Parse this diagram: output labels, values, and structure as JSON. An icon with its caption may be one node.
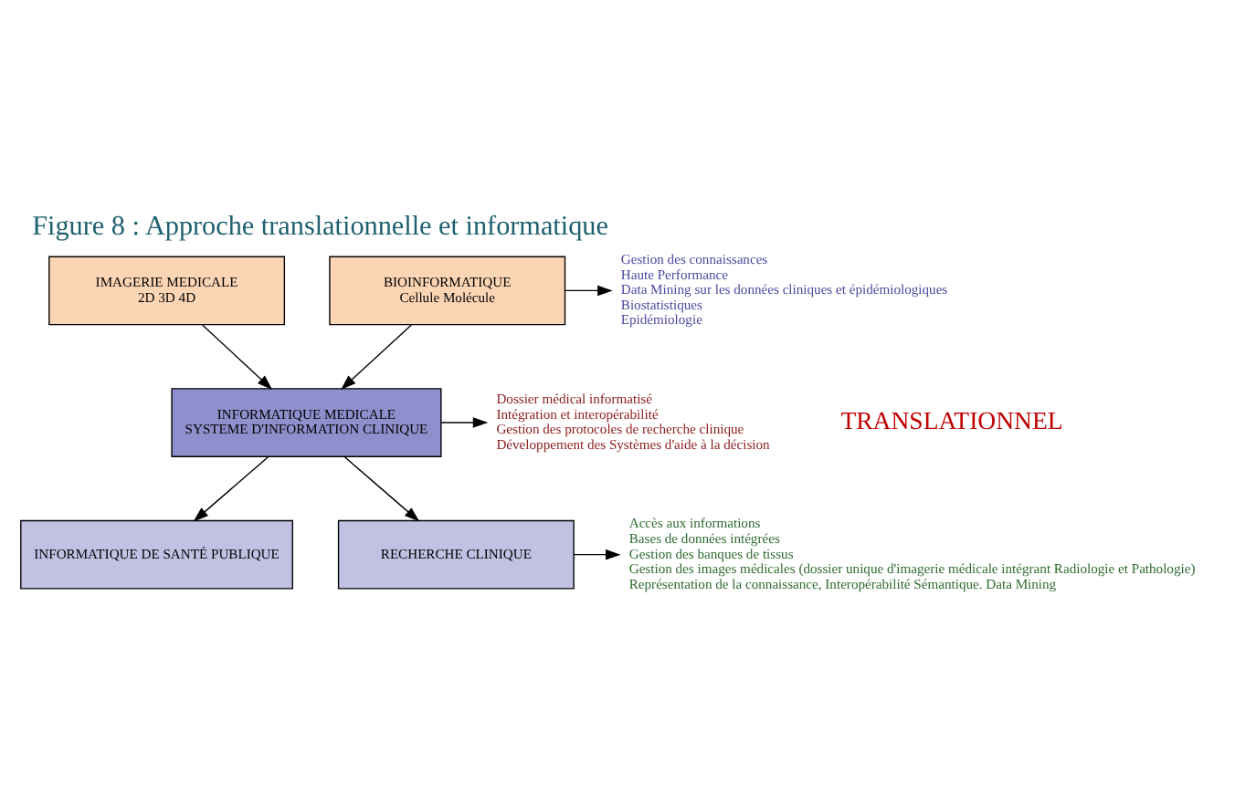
{
  "diagram": {
    "title": "Figure 8 : Approche translationnelle et informatique",
    "nodes": [
      {
        "text": [
          "IMAGERIE MEDICALE",
          "2D 3D 4D"
        ]
      },
      {
        "text": [
          "BIOINFORMATIQUE",
          "Cellule Molécule"
        ]
      },
      {
        "text": [
          "Gestion des connaissances",
          "Haute Performance",
          "Data Mining sur les données cliniques et épidémiologiques",
          "Biostatistiques",
          "Epidémiologie"
        ]
      },
      {
        "text": [
          "INFORMATIQUE MEDICALE",
          "SYSTEME D'INFORMATION CLINIQUE"
        ]
      },
      {
        "text": [
          "Dossier médical informatisé",
          "Intégration et interopérabilité",
          "Gestion des protocoles de recherche clinique",
          "Développement des Systèmes d'aide à la décision"
        ]
      },
      {
        "text": [
          "INFORMATIQUE DE SANTÉ PUBLIQUE"
        ]
      },
      {
        "text": [
          "RECHERCHE CLINIQUE"
        ]
      },
      {
        "text": [
          "Accès aux informations",
          "Bases de données intégrées",
          "Gestion des banques de tissus",
          "Gestion des images médicales (dossier unique d'imagerie médicale intégrant Radiologie et Pathologie)",
          "Représentation de la connaissance, Interopérabilité Sémantique. Data Mining"
        ]
      }
    ],
    "edges": [
      {
        "from": 0,
        "to": 3,
        "arrow": "to"
      },
      {
        "from": 1,
        "to": 3,
        "arrow": "to"
      },
      {
        "from": 1,
        "to": 2,
        "arrow": "to"
      },
      {
        "from": 3,
        "to": 4,
        "arrow": "to"
      },
      {
        "from": 3,
        "to": 5,
        "arrow": "to"
      },
      {
        "from": 3,
        "to": 6,
        "arrow": "to"
      },
      {
        "from": 6,
        "to": 7,
        "arrow": "to"
      }
    ],
    "labels": [
      "TRANSLATIONNEL"
    ]
  }
}
